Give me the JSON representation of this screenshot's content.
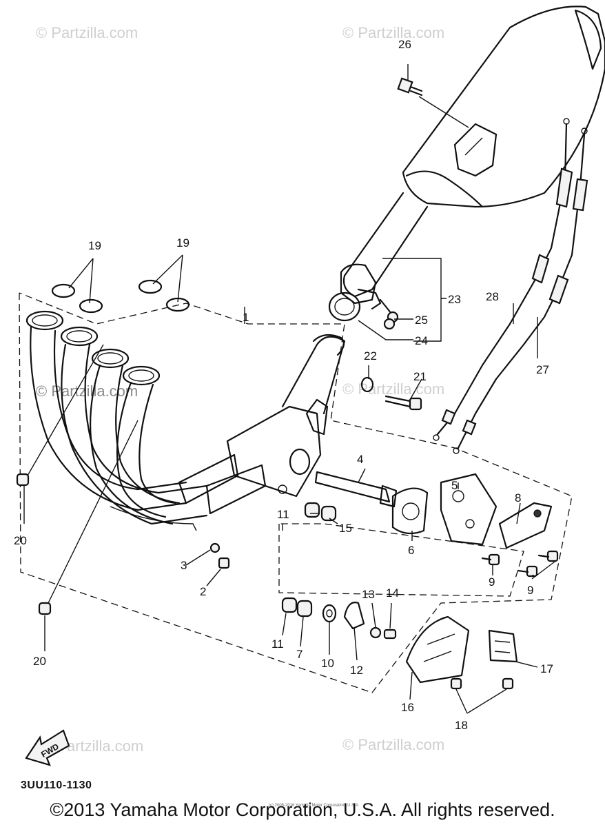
{
  "watermarks": [
    "© Partzilla.com",
    "© Partzilla.com",
    "© Partzilla.com",
    "© Partzilla.com",
    "© Partzilla.com",
    "© Partzilla.com"
  ],
  "callouts": {
    "c1": "1",
    "c2": "2",
    "c3": "3",
    "c4": "4",
    "c5": "5",
    "c6": "6",
    "c7": "7",
    "c8": "8",
    "c9a": "9",
    "c9b": "9",
    "c10": "10",
    "c11a": "11",
    "c11b": "11",
    "c12": "12",
    "c13": "13",
    "c14": "14",
    "c15": "15",
    "c16": "16",
    "c17": "17",
    "c18": "18",
    "c19a": "19",
    "c19b": "19",
    "c20a": "20",
    "c20b": "20",
    "c21": "21",
    "c22": "22",
    "c23": "23",
    "c24": "24",
    "c25": "25",
    "c26": "26",
    "c27": "27",
    "c28": "28"
  },
  "fwd_label": "FWD",
  "diagram_code": "3UU110-1130",
  "tiny_credit": "(c) 2005-2016 Yamaha Motor Corporation, U.S.A.",
  "copyright": "©2013 Yamaha Motor Corporation, U.S.A. All rights reserved."
}
